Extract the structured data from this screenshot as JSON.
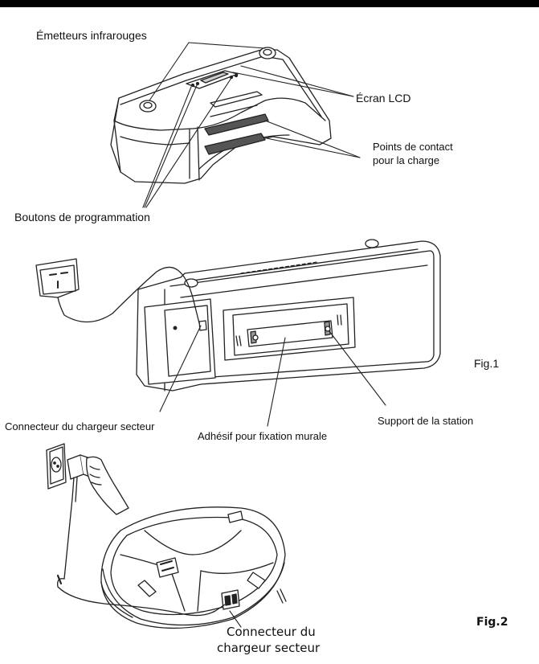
{
  "labels": {
    "ir_emitters": "Émetteurs infrarouges",
    "lcd_screen": "Écran LCD",
    "contact_points_line1": "Points de contact",
    "contact_points_line2": "pour la charge",
    "programming_buttons": "Boutons de programmation",
    "fig1": "Fig.1",
    "ac_connector": "Connecteur du chargeur secteur",
    "wall_adhesive": "Adhésif  pour  fixation murale",
    "station_support": "Support de la station",
    "fig2": "Fig.2",
    "robot_connector_line1": "Connecteur du",
    "robot_connector_line2": "chargeur secteur"
  }
}
